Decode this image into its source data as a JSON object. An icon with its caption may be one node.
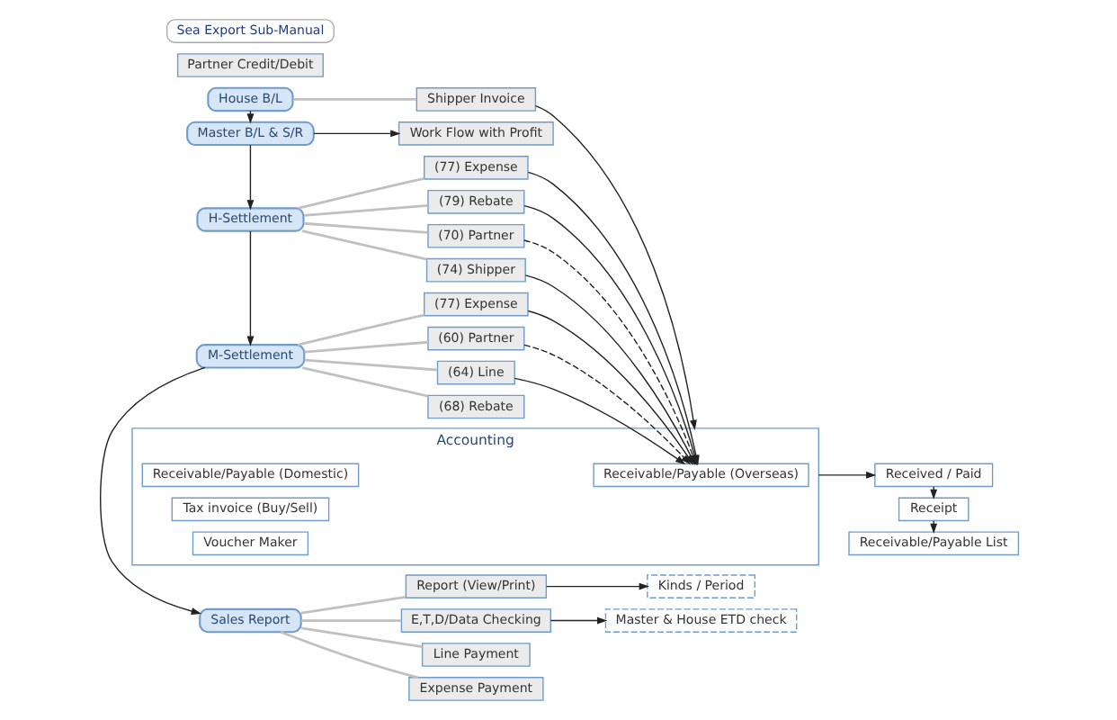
{
  "diagram": {
    "nodes": [
      {
        "text": [
          "House B/L"
        ]
      },
      {
        "text": [
          "Master B/L & S/R"
        ]
      },
      {
        "text": [
          "H-Settlement"
        ]
      },
      {
        "text": [
          "M-Settlement"
        ]
      },
      {
        "text": [
          "Sales Report"
        ]
      },
      {
        "text": [
          "Shipper Invoice"
        ]
      },
      {
        "text": [
          "Partner Credit/Debit"
        ]
      },
      {
        "text": [
          "Work Flow with Profit"
        ]
      },
      {
        "text": [
          "(70) Partner"
        ]
      },
      {
        "text": [
          "(74) Shipper"
        ]
      },
      {
        "text": [
          "(77) Expense"
        ]
      },
      {
        "text": [
          "(79) Rebate"
        ]
      },
      {
        "text": [
          "(60) Partner"
        ]
      },
      {
        "text": [
          "(64) Line"
        ]
      },
      {
        "text": [
          "(68) Rebate"
        ]
      },
      {
        "text": [
          "(77) Expense"
        ]
      },
      {
        "text": [
          "Report (View/Print)"
        ]
      },
      {
        "text": [
          "E,T,D/Data Checking"
        ]
      },
      {
        "text": [
          "Line Payment"
        ]
      },
      {
        "text": [
          "Expense Payment"
        ]
      },
      {
        "text": [
          "Accounting"
        ]
      },
      {
        "text": [
          "Receivable/Payable (Overseas)"
        ],
        "in": 20
      },
      {
        "text": [
          "Receivable/Payable (Domestic)"
        ],
        "in": 20
      },
      {
        "text": [
          "Tax invoice (Buy/Sell)"
        ],
        "in": 20
      },
      {
        "text": [
          "Voucher Maker"
        ],
        "in": 20
      },
      {
        "text": [
          "Received / Paid"
        ]
      },
      {
        "text": [
          "Receipt"
        ]
      },
      {
        "text": [
          "Receivable/Payable List"
        ]
      },
      {
        "text": [
          "Kinds / Period"
        ]
      },
      {
        "text": [
          "Master & House ETD check"
        ]
      }
    ],
    "edges": [
      {
        "from": 0,
        "to": 1,
        "arrow": "to"
      },
      {
        "from": 1,
        "to": 2,
        "arrow": "to"
      },
      {
        "from": 2,
        "to": 3,
        "arrow": "to"
      },
      {
        "from": 3,
        "to": 4,
        "arrow": "to"
      },
      {
        "from": 0,
        "to": 5,
        "arrow": "none",
        "color": "#c0c0c0"
      },
      {
        "from": 1,
        "to": 7,
        "arrow": "to"
      },
      {
        "from": 2,
        "to": 8,
        "arrow": "none",
        "color": "#c0c0c0"
      },
      {
        "from": 2,
        "to": 9,
        "arrow": "none",
        "color": "#c0c0c0"
      },
      {
        "from": 2,
        "to": 10,
        "arrow": "none",
        "color": "#c0c0c0"
      },
      {
        "from": 2,
        "to": 11,
        "arrow": "none",
        "color": "#c0c0c0"
      },
      {
        "from": 3,
        "to": 12,
        "arrow": "none",
        "color": "#c0c0c0"
      },
      {
        "from": 3,
        "to": 13,
        "arrow": "none",
        "color": "#c0c0c0"
      },
      {
        "from": 3,
        "to": 14,
        "arrow": "none",
        "color": "#c0c0c0"
      },
      {
        "from": 3,
        "to": 15,
        "arrow": "none",
        "color": "#c0c0c0"
      },
      {
        "from": 4,
        "to": 16,
        "arrow": "none",
        "color": "#c0c0c0"
      },
      {
        "from": 4,
        "to": 17,
        "arrow": "none",
        "color": "#c0c0c0"
      },
      {
        "from": 4,
        "to": 18,
        "arrow": "none",
        "color": "#c0c0c0"
      },
      {
        "from": 4,
        "to": 19,
        "arrow": "none",
        "color": "#c0c0c0"
      },
      {
        "from": 5,
        "to": 20,
        "arrow": "to"
      },
      {
        "from": 8,
        "to": 21,
        "arrow": "to",
        "style": "dashed"
      },
      {
        "from": 12,
        "to": 21,
        "arrow": "to",
        "style": "dashed"
      },
      {
        "from": 9,
        "to": 21,
        "arrow": "to"
      },
      {
        "from": 10,
        "to": 21,
        "arrow": "to"
      },
      {
        "from": 11,
        "to": 21,
        "arrow": "to"
      },
      {
        "from": 13,
        "to": 21,
        "arrow": "to"
      },
      {
        "from": 15,
        "to": 21,
        "arrow": "to"
      },
      {
        "from": 20,
        "to": 25,
        "arrow": "to"
      },
      {
        "from": 25,
        "to": 26,
        "arrow": "to"
      },
      {
        "from": 26,
        "to": 27,
        "arrow": "to"
      },
      {
        "from": 16,
        "to": 28,
        "arrow": "to"
      },
      {
        "from": 17,
        "to": 29,
        "arrow": "to"
      }
    ],
    "labels": [
      "Sea Export Sub-Manual"
    ]
  }
}
